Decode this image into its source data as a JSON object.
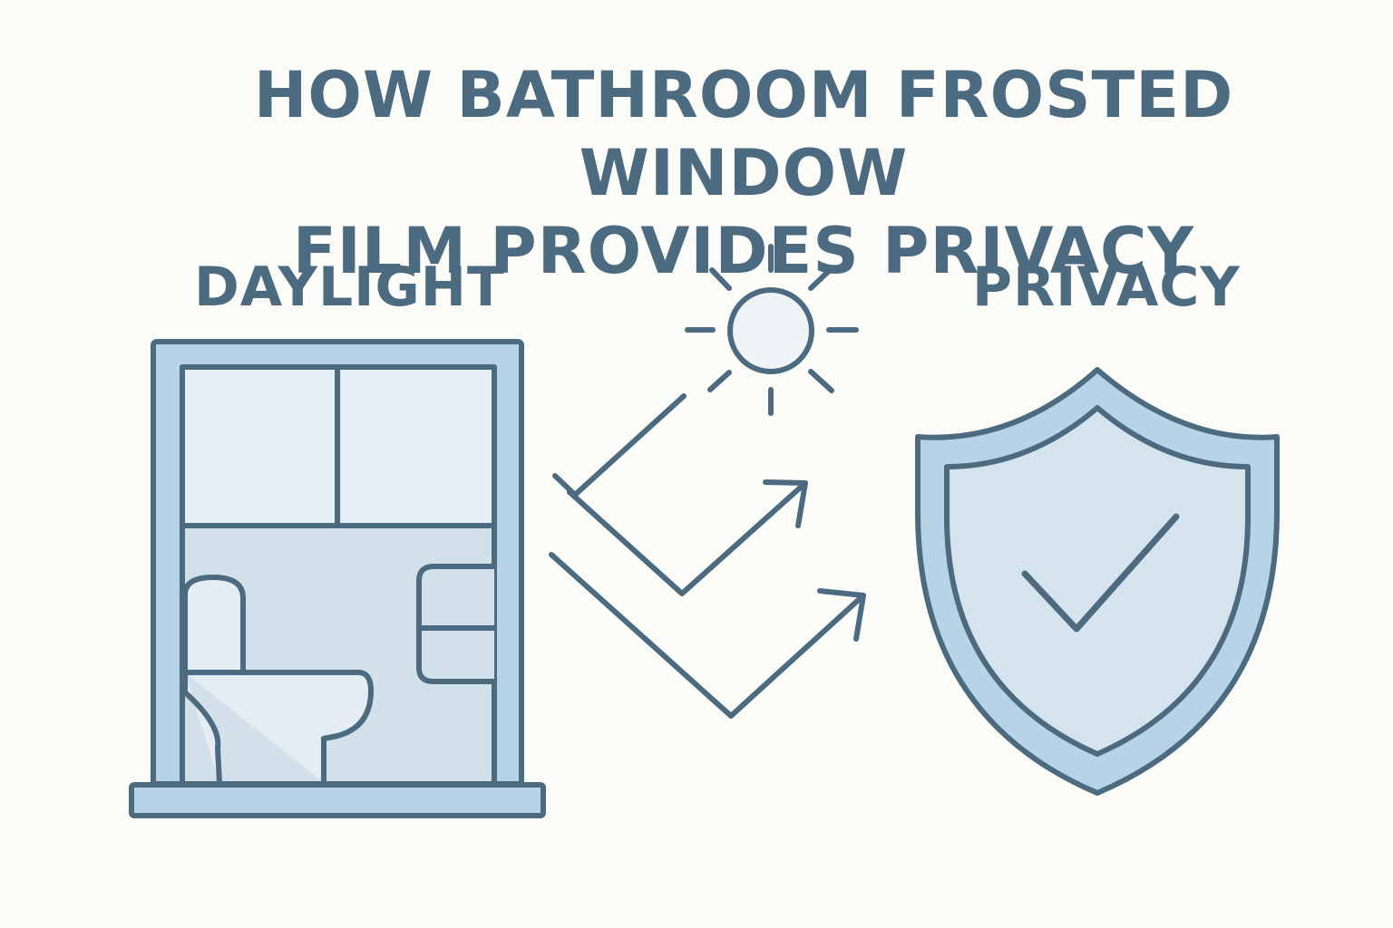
{
  "title": {
    "line1": "HOW BATHROOM FROSTED WINDOW",
    "line2": "FILM PROVIDES PRIVACY"
  },
  "labels": {
    "daylight": "DAYLIGHT",
    "privacy": "PRIVACY"
  },
  "icons": [
    "window-icon",
    "toilet-icon",
    "towel-rack-icon",
    "sun-icon",
    "arrow-icon",
    "shield-icon",
    "checkmark-icon"
  ],
  "colors": {
    "background": "#fbfbf8",
    "stroke": "#4d6b80",
    "frame_fill": "#b7d3e6",
    "pane_fill": "#e6f0f6",
    "wall_fill": "#d2e0ea",
    "fixture_fill": "#e4edf3",
    "shield_outer": "#b7d3e6",
    "shield_inner": "#d5e3ec"
  }
}
